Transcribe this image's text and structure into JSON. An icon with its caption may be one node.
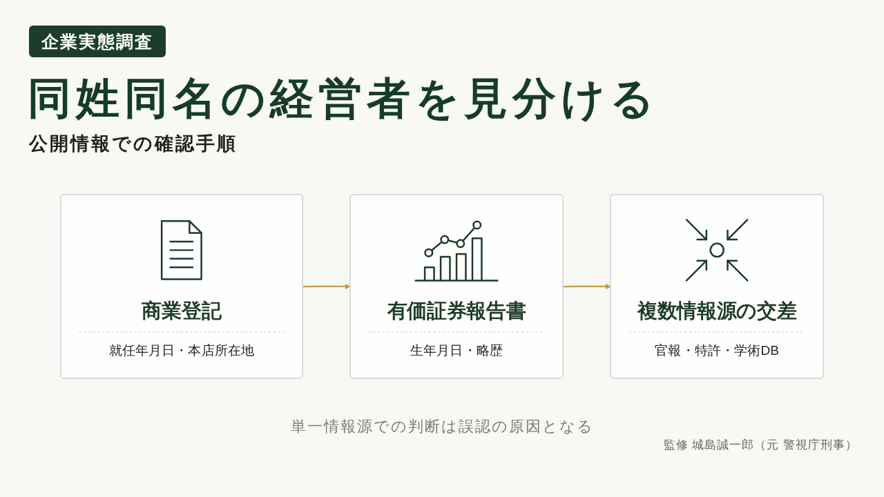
{
  "diagram": {
    "title": "同姓同名の経営者を見分ける",
    "nodes": [
      {
        "text": [
          "商業登記",
          "就任年月日・本店所在地"
        ]
      },
      {
        "text": [
          "有価証券報告書",
          "生年月日・略歴"
        ]
      },
      {
        "text": [
          "複数情報源の交差",
          "官報・特許・学術DB"
        ]
      }
    ],
    "edges": [
      {
        "from": 0,
        "to": 1,
        "arrow": "to"
      },
      {
        "from": 1,
        "to": 2,
        "arrow": "to"
      }
    ],
    "labels": [
      "企業実態調査",
      "公開情報での確認手順",
      "単一情報源での判断は誤認の原因となる",
      "監修 城島誠一郎（元 警視庁刑事）"
    ]
  }
}
